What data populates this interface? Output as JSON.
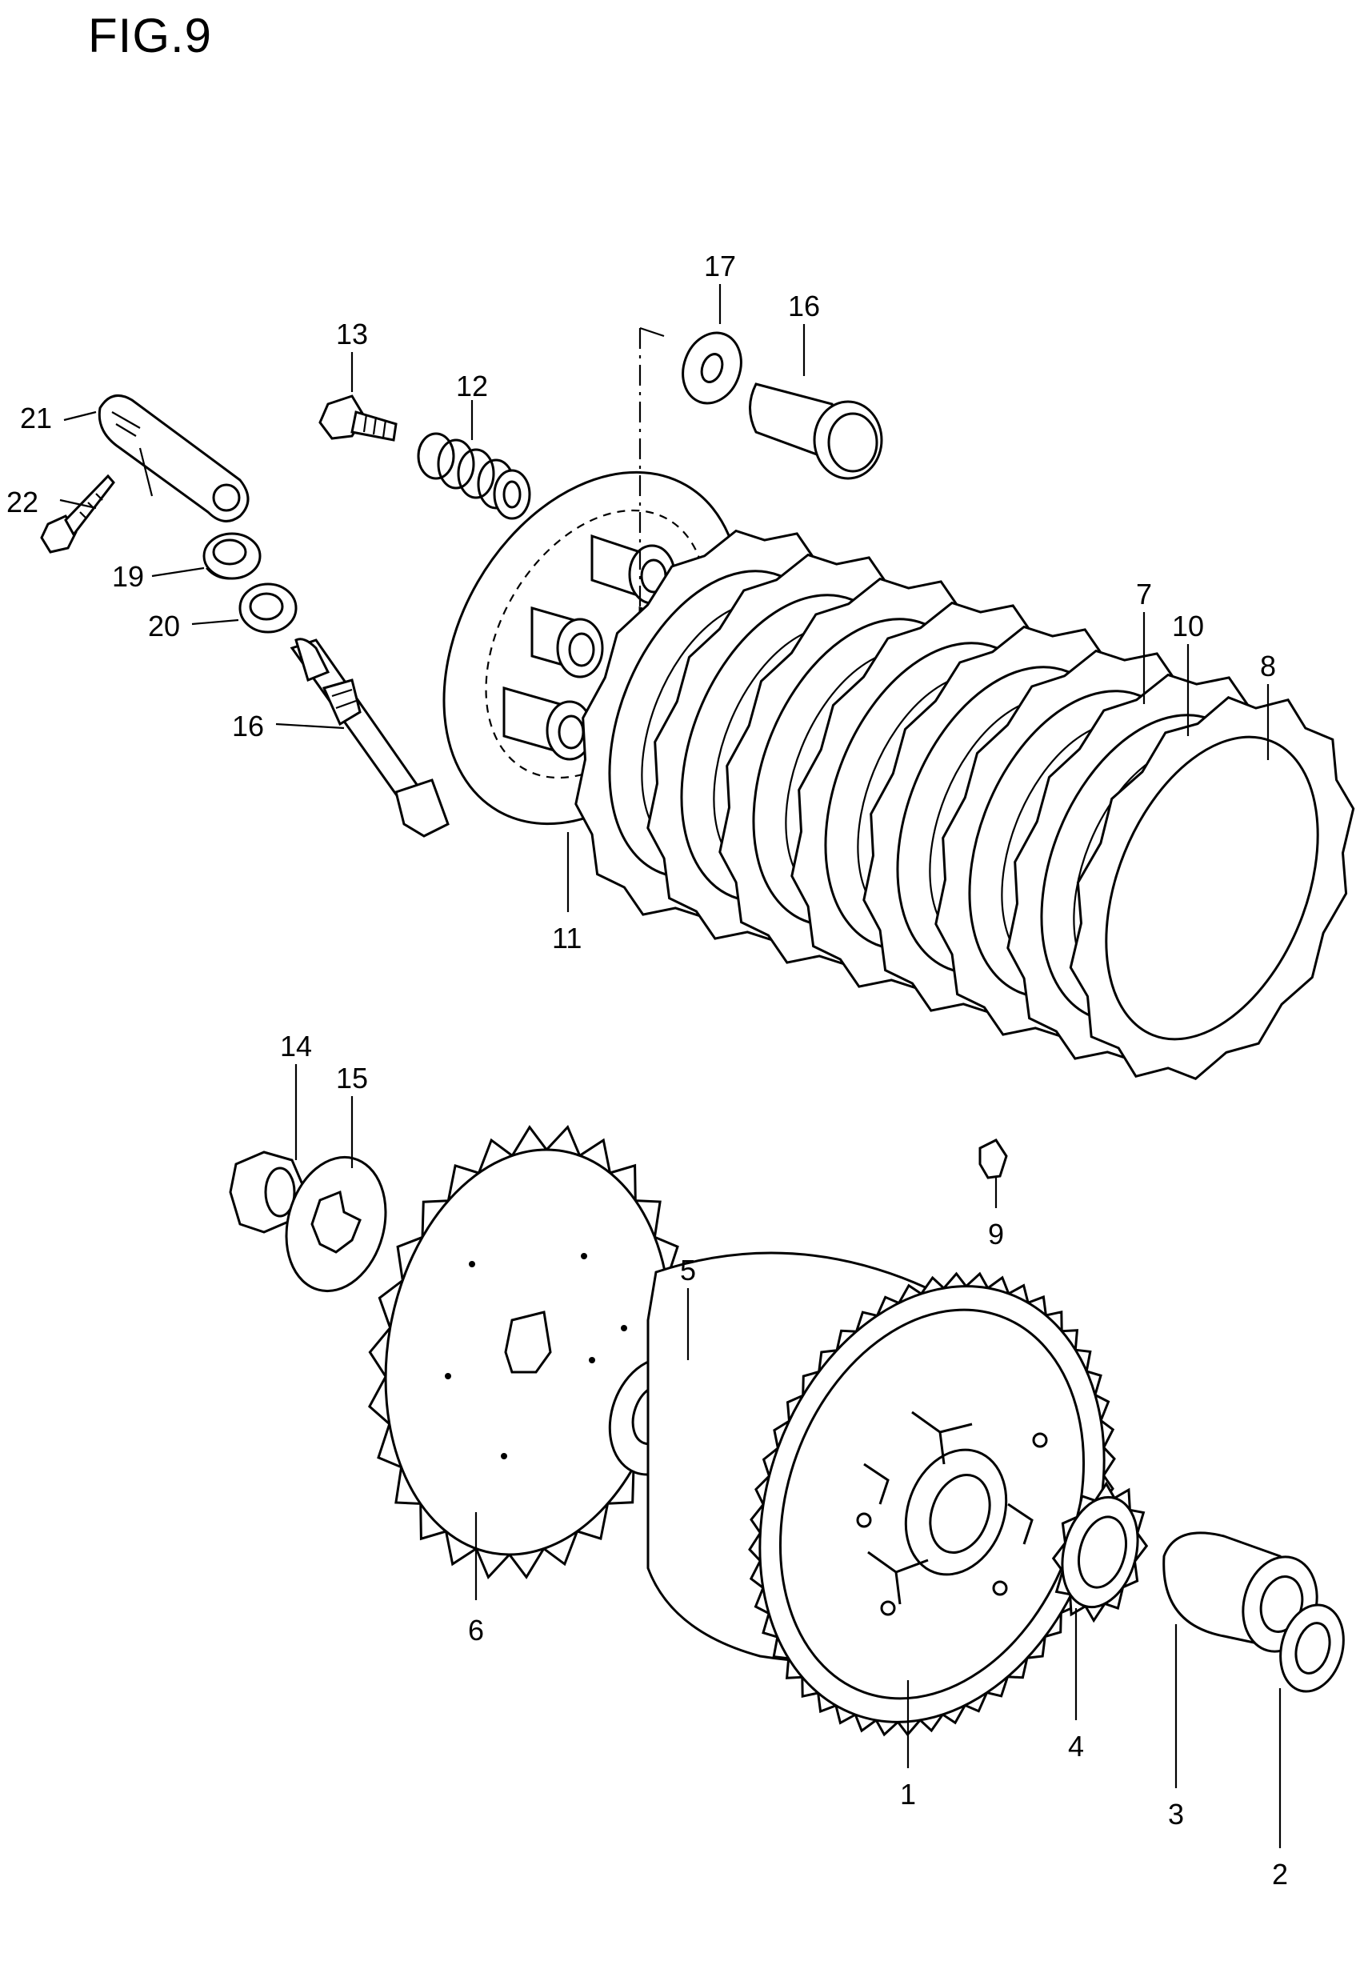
{
  "figure": {
    "title": "FIG.9"
  },
  "callouts": {
    "c1": "1",
    "c2": "2",
    "c3": "3",
    "c4": "4",
    "c5": "5",
    "c6": "6",
    "c7": "7",
    "c8": "8",
    "c9": "9",
    "c10": "10",
    "c11": "11",
    "c12": "12",
    "c13": "13",
    "c14": "14",
    "c15": "15",
    "c16a": "16",
    "c16b": "16",
    "c17": "17",
    "c19": "19",
    "c20": "20",
    "c21": "21",
    "c22": "22"
  }
}
